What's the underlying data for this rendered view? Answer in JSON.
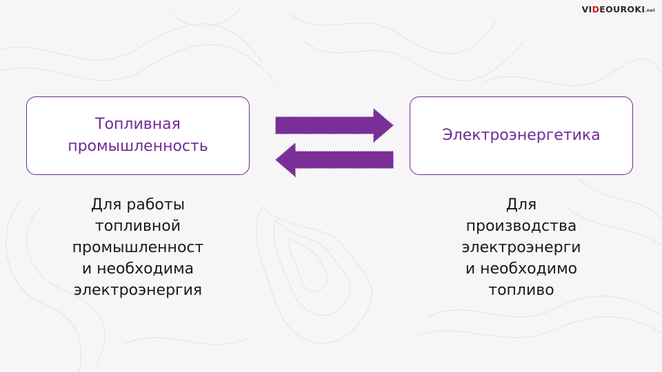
{
  "logo": {
    "part1": "VI",
    "accent": "D",
    "part2": "EOUROKI",
    "suffix": ".net"
  },
  "nodes": [
    {
      "lines": [
        "Топливная",
        "промышленность"
      ]
    },
    {
      "lines": [
        "Электроэнергетика"
      ]
    }
  ],
  "descriptions": [
    {
      "lines": [
        "Для работы",
        "топливной",
        "промышленност",
        "и необходима",
        "электроэнергия"
      ]
    },
    {
      "lines": [
        "Для",
        "производства",
        "электроэнерги",
        "и необходимо",
        "топливо"
      ]
    }
  ],
  "colors": {
    "accent": "#6e2c93",
    "arrow": "#7a2e98",
    "background": "#f7f6f7"
  }
}
